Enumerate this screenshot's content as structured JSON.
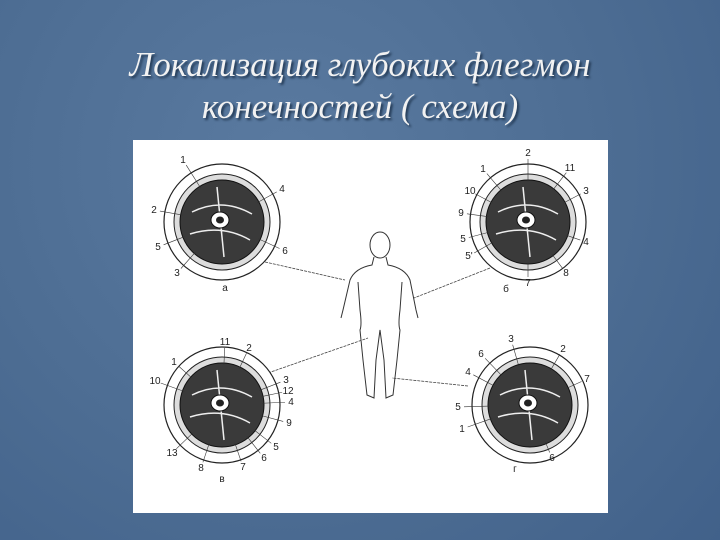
{
  "slide": {
    "title_line1": "Локализация глубоких флегмон",
    "title_line2": "конечностей ( схема)"
  },
  "figure": {
    "panels": [
      {
        "caption": "а",
        "labels": [
          "1",
          "4",
          "2",
          "5",
          "6",
          "3"
        ]
      },
      {
        "caption": "б",
        "labels": [
          "2",
          "1",
          "11",
          "10",
          "3",
          "9",
          "5",
          "4",
          "5'",
          "8",
          "7"
        ]
      },
      {
        "caption": "в",
        "labels": [
          "11",
          "2",
          "1",
          "10",
          "3",
          "12",
          "4",
          "9",
          "5",
          "13",
          "8",
          "7",
          "6"
        ]
      },
      {
        "caption": "г",
        "labels": [
          "3",
          "6",
          "2",
          "4",
          "7",
          "5",
          "1",
          "6"
        ]
      }
    ]
  }
}
